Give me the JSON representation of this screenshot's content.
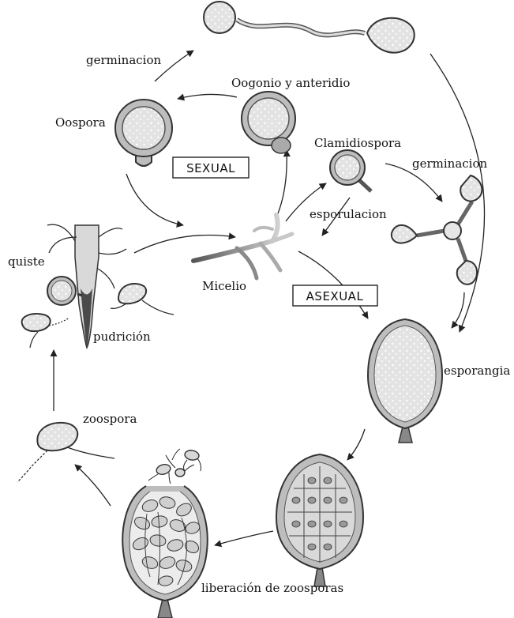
{
  "labels": {
    "germinacion_top": "germinacion",
    "oogonio": "Oogonio y anteridio",
    "oospora": "Oospora",
    "sexual": "SEXUAL",
    "clamidiospora": "Clamidiospora",
    "germinacion_right": "germinacion",
    "esporulacion": "esporulacion",
    "quiste": "quiste",
    "micelio": "Micelio",
    "asexual": "ASEXUAL",
    "pudricion": "pudrición",
    "esporangia": "esporangia",
    "zoospora": "zoospora",
    "liberacion": "liberación de zoosporas"
  },
  "colors": {
    "line": "#222222",
    "cell_fill": "#e4e4e4",
    "cell_outline": "#555555",
    "wall_fill": "#bdbdbd",
    "root_dark": "#4a4a4a"
  }
}
